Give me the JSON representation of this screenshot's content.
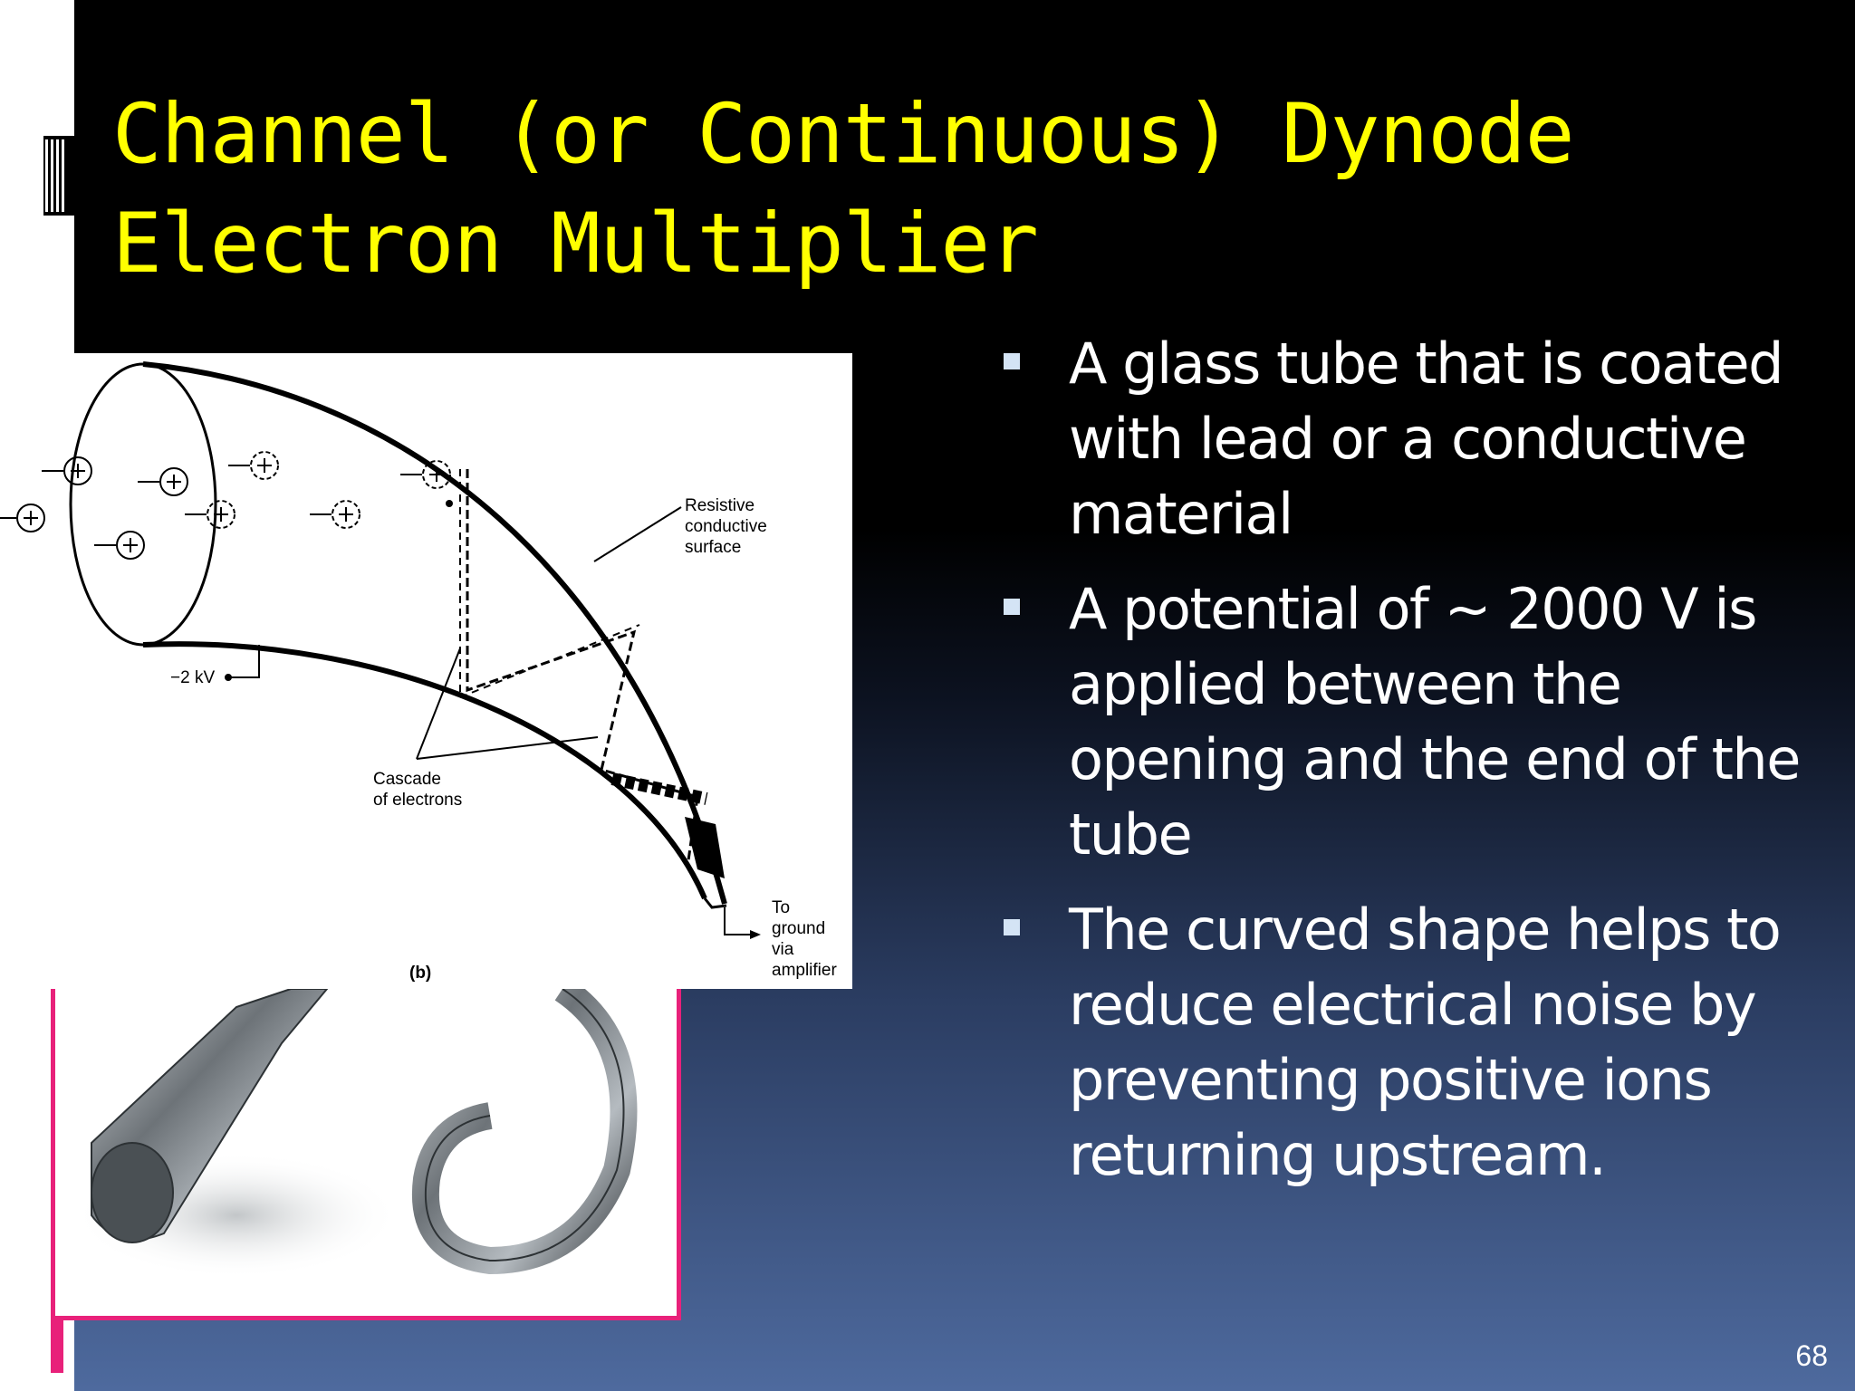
{
  "slide": {
    "title": "Channel (or Continuous) Dynode Electron Multiplier",
    "page_number": "68"
  },
  "bullets": [
    "A glass tube that is coated with lead or a conductive material",
    "A potential of ~ 2000 V is applied between the opening and the end of the tube",
    "The curved shape helps to reduce electrical noise by preventing positive ions returning upstream."
  ],
  "diagram": {
    "label_surface": [
      "Resistive",
      "conductive",
      "surface"
    ],
    "label_voltage": "−2 kV",
    "label_cascade": [
      "Cascade",
      "of electrons"
    ],
    "label_ground": [
      "To",
      "ground",
      "via",
      "amplifier"
    ],
    "label_panel": "(b)"
  },
  "colors": {
    "title": "#ffff00",
    "text": "#ffffff",
    "photo_border": "#e8217a"
  }
}
